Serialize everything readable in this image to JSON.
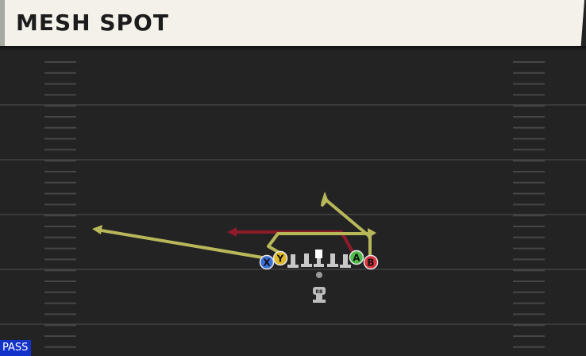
{
  "play": {
    "name": "MESH SPOT",
    "type": "PASS"
  },
  "colors": {
    "background": "#232323",
    "yard_line": "#3a3a3a",
    "hash": "#4a4a4a",
    "route_yellow": "#b8b85a",
    "route_red": "#8e1b2a",
    "button_x": "#3b6fd6",
    "button_y": "#e0b928",
    "button_a": "#4fbb48",
    "button_b": "#d8323c",
    "lineman": "#c8c8c8"
  },
  "players": [
    {
      "button": "X",
      "icon": "x-button-icon"
    },
    {
      "button": "Y",
      "icon": "y-button-icon"
    },
    {
      "button": "A",
      "icon": "a-button-icon"
    },
    {
      "button": "B",
      "icon": "b-button-icon"
    },
    {
      "label": "RB",
      "icon": "running-back-icon"
    }
  ]
}
